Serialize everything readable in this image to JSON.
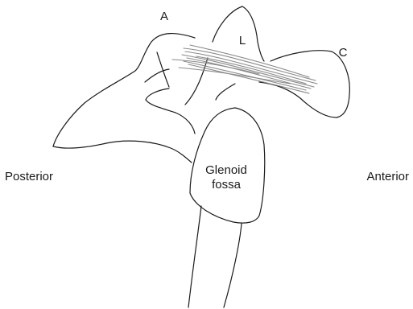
{
  "labels": {
    "acromion": "A",
    "ligament": "L",
    "coracoid": "C",
    "glenoid_line1": "Glenoid",
    "glenoid_line2": "fossa",
    "posterior": "Posterior",
    "anterior": "Anterior"
  },
  "colors": {
    "outline": "#1a1a1a",
    "ligament_fibres": "#8a8a8a",
    "background": "#ffffff"
  }
}
